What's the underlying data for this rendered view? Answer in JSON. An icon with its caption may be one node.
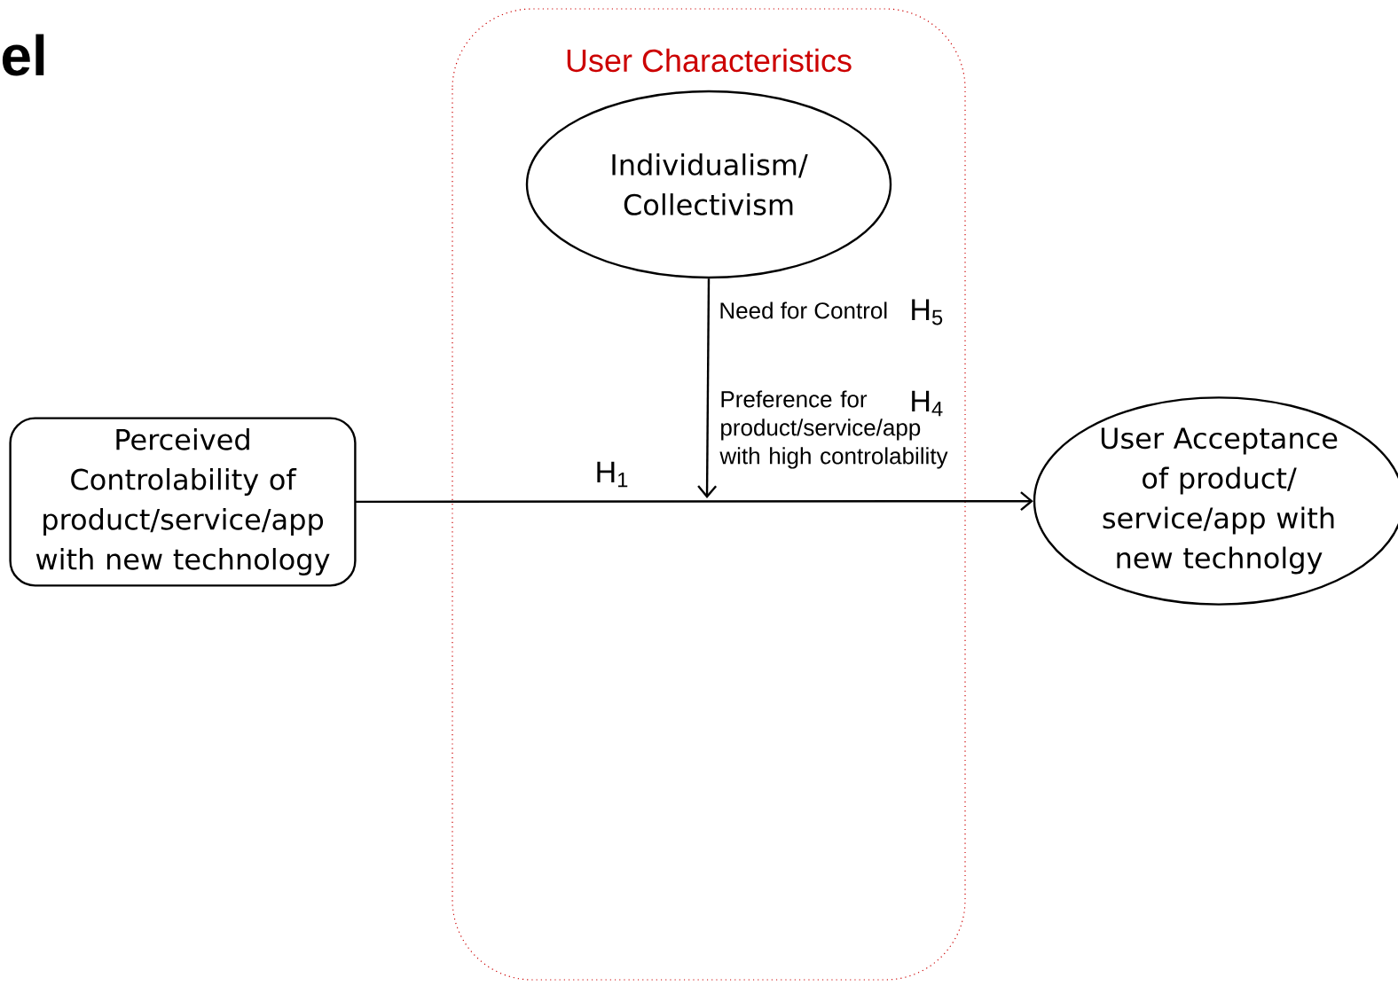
{
  "diagram": {
    "title": "el",
    "nodes": [
      {
        "text": [
          "User Characteristics"
        ]
      },
      {
        "text": [
          "Individualism/ Collectivism"
        ],
        "in": 0
      },
      {
        "text": [
          "Perceived Controlability of product/service/app with new technology"
        ]
      },
      {
        "text": [
          "User Acceptance of product/ service/app with new technolgy"
        ]
      }
    ],
    "edges": [
      {
        "from": 2,
        "to": 3,
        "arrow": "to",
        "label": "H$_{1}$"
      },
      {
        "from": 1,
        "to": null,
        "arrow": "to"
      }
    ],
    "labels": [
      "Need for Control",
      "H$_{5}$",
      "Preference for product/service/app with high controlability",
      "H$_{4}$"
    ]
  }
}
